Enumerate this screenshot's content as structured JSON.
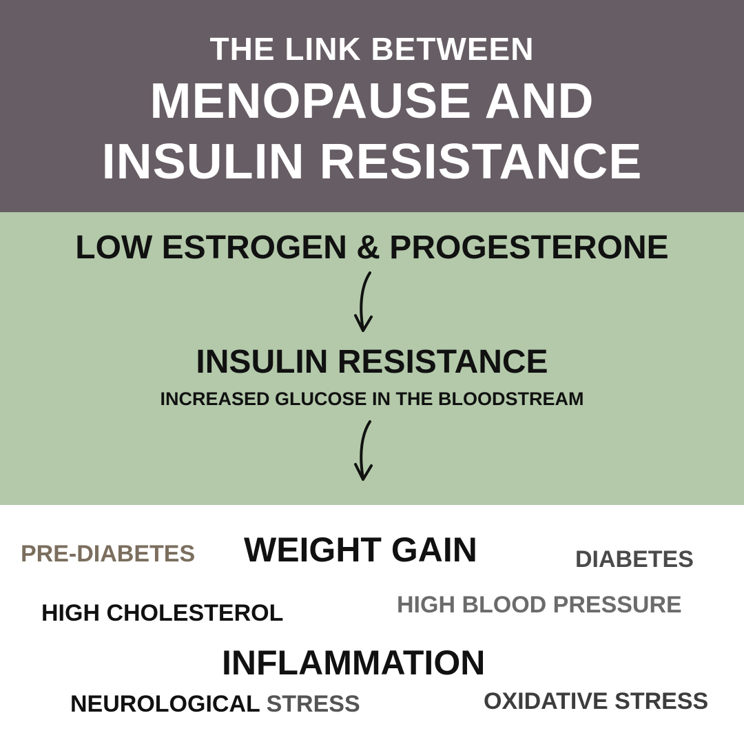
{
  "header": {
    "pretitle": "THE LINK BETWEEN",
    "title_line1": "MENOPAUSE AND",
    "title_line2": "INSULIN RESISTANCE",
    "background": "#675d64"
  },
  "flow": {
    "background": "#b3c9aa",
    "cause": "LOW ESTROGEN & PROGESTERONE",
    "result": "INSULIN RESISTANCE",
    "result_detail": "INCREASED GLUCOSE IN THE BLOODSTREAM",
    "arrow_icon": "curved-down-arrow"
  },
  "effects": {
    "pre_diabetes": "PRE-DIABETES",
    "weight_gain": "WEIGHT GAIN",
    "diabetes": "DIABETES",
    "high_cholesterol": "HIGH CHOLESTEROL",
    "high_blood_pressure": "HIGH BLOOD PRESSURE",
    "inflammation": "INFLAMMATION",
    "neurological": "NEUROLOGICAL",
    "neurological_stress": "STRESS",
    "oxidative_stress": "OXIDATIVE STRESS"
  }
}
